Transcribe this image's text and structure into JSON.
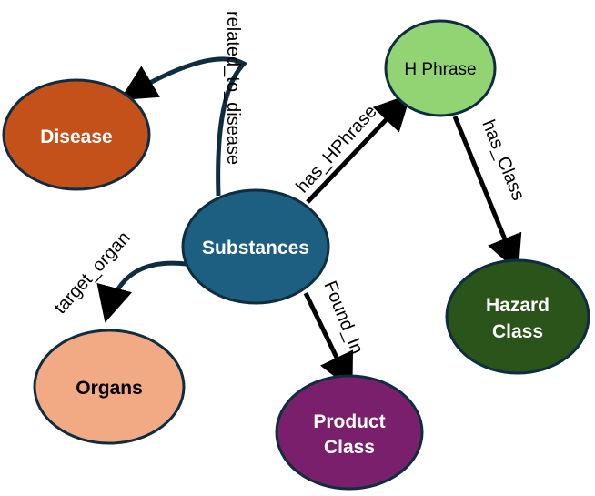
{
  "nodes": {
    "substances": {
      "label": "Substances",
      "fill": "#1d5f80"
    },
    "disease": {
      "label": "Disease",
      "fill": "#c4501a"
    },
    "h_phrase": {
      "label": "H Phrase",
      "fill": "#92d474"
    },
    "organs": {
      "label": "Organs",
      "fill": "#f2aa84"
    },
    "hazard_class": {
      "label_line1": "Hazard",
      "label_line2": "Class",
      "fill": "#2a5419"
    },
    "product_class": {
      "label_line1": "Product",
      "label_line2": "Class",
      "fill": "#7a1f6c"
    }
  },
  "edges": {
    "related_to_disease": "related_to_disease",
    "has_hphrase": "has_HPhrase",
    "has_class": "has_Class",
    "target_organ": "target_organ",
    "found_in": "Found_In"
  },
  "colors": {
    "outline": "#0f2d40",
    "arrow": "#0f2d40",
    "text_dark": "#000000",
    "text_light": "#ffffff"
  }
}
